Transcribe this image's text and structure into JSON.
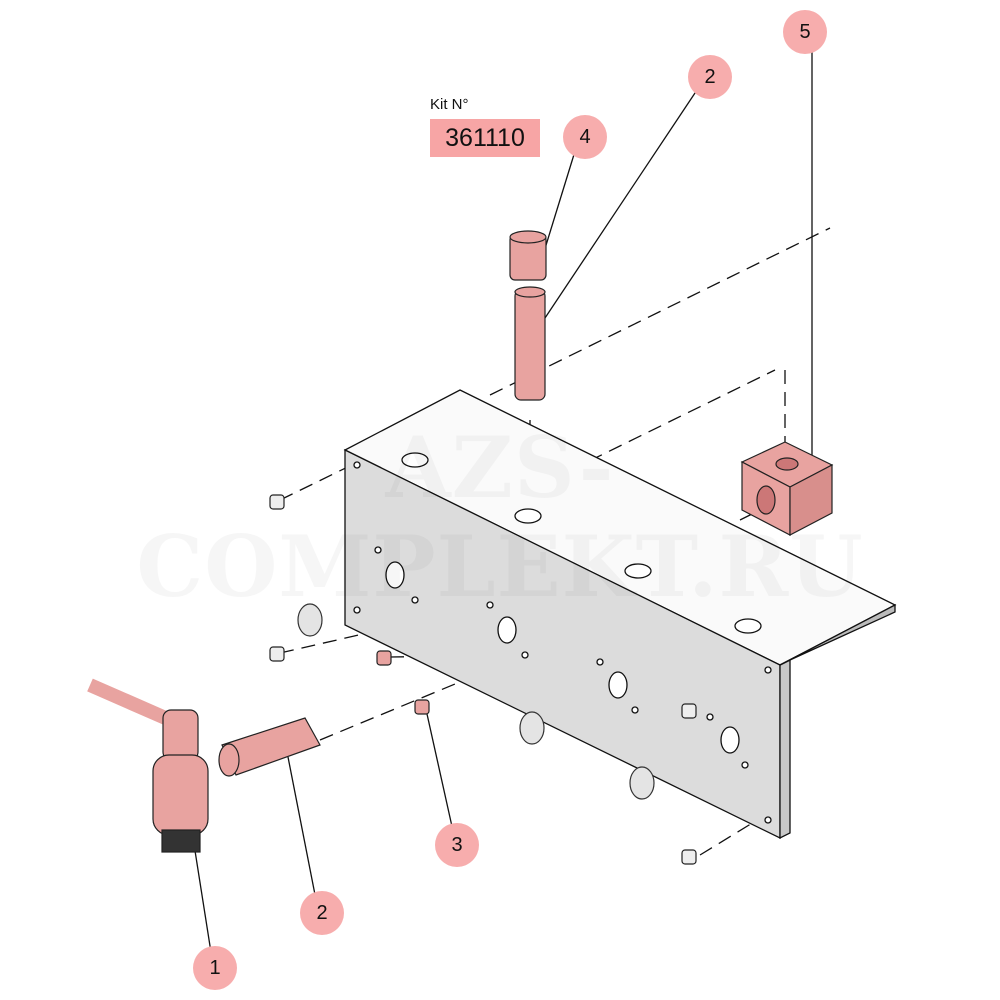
{
  "kit": {
    "label": "Kit N°",
    "number": "361110"
  },
  "watermark": "AZS-COMPLEKT.RU",
  "callouts": [
    "1",
    "2",
    "3",
    "2",
    "4",
    "5"
  ],
  "colors": {
    "part": "#e8a3a0",
    "callout": "#f7adad",
    "plate": "#dcdcdc"
  }
}
